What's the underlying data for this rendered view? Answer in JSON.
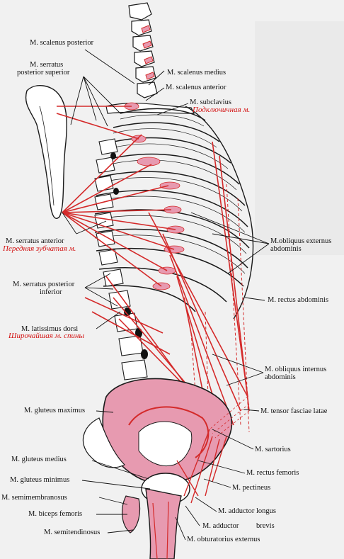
{
  "labels": {
    "scalenus_posterior": "M. scalenus posterior",
    "serratus_post_sup_1": "M. serratus",
    "serratus_post_sup_2": "posterior superior",
    "scalenus_medius": "M. scalenus medius",
    "scalenus_anterior": "M. scalenus anterior",
    "subclavius": "M. subclavius",
    "subclavius_ru": "Подключичная м.",
    "serratus_anterior": "M. serratus anterior",
    "serratus_anterior_ru": "Передняя зубчатая м.",
    "obliquus_ext_1": "M.obliquus externus",
    "obliquus_ext_2": "abdominis",
    "serratus_post_inf_1": "M. serratus posterior",
    "serratus_post_inf_2": "inferior",
    "rectus_abdominis": "M. rectus abdominis",
    "latissimus_dorsi": "M. latissimus dorsi",
    "latissimus_dorsi_ru": "Широчайшая м. спины",
    "obliquus_int_1": "M. obliquus internus",
    "obliquus_int_2": "abdominis",
    "gluteus_maximus": "M. gluteus maximus",
    "tensor_fasciae_latae": "M. tensor fasciae latae",
    "sartorius": "M. sartorius",
    "gluteus_medius": "M. gluteus medius",
    "gluteus_minimus": "M. gluteus minimus",
    "rectus_femoris": "M. rectus femoris",
    "semimembranosus": "M. semimembranosus",
    "pectineus": "M. pectineus",
    "adductor_longus": "M. adductor longus",
    "biceps_femoris": "M. biceps femoris",
    "adductor_brevis_1": "M. adductor",
    "adductor_brevis_2": "brevis",
    "semitendinosus": "M. semitendinosus",
    "obturatorius_externus": "M. obturatorius externus"
  },
  "colors": {
    "muscle_line": "#d42a2a",
    "muscle_fill": "#e79ab0",
    "bone_fill": "#ffffff",
    "bone_stroke": "#1a1a1a",
    "leader": "#111111",
    "ru_text": "#d31414"
  }
}
